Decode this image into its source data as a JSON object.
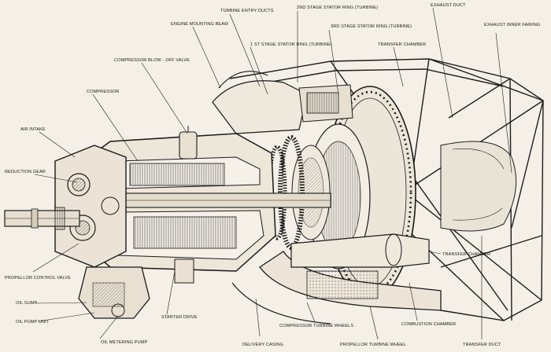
{
  "labels": {
    "turbine_entry_ducts": "TURBINE ENTRY DUCTS",
    "second_stage_stator": "2ND STAGE STATOR RING (TURBINE)",
    "exhaust_duct": "EXHAUST DUCT",
    "engine_mounting_beam": "ENGINE MOUNTING BEAM",
    "third_stage_stator": "3RD STAGE STATOR RING (TURBINE)",
    "exhaust_inner_fairing": "EXHAUST INNER FAIRING",
    "first_stage_stator": "1 ST STAGE STATOR RING (TURBINE)",
    "transfer_chamber_top": "TRANSFER CHAMBER",
    "compressor_blow_off": "COMPRESSOR BLOW - OFF VALVE",
    "compressor": "COMPRESSOR",
    "air_intake": "AIR INTAKE",
    "reduction_gear": "REDUCTION GEAR",
    "propeller_control_valve": "PROPELLOR CONTROL VALVE",
    "oil_sump": "OIL SUMP",
    "oil_pump_unit": "OIL PUMP UNIT",
    "oil_metering_pump": "OIL METERING PUMP",
    "starter_drive": "STARTER DRIVE",
    "delivery_casing": "DELIVERY CASING",
    "compressor_turbine_wheels": "COMPRESSOR TURBINE WHEELS",
    "propeller_turbine_wheel": "PROPELLOR TURBINE WHEEL",
    "combustion_chamber": "COMBUSTION CHAMBER",
    "transfer_duct": "TRANSFER DUCT",
    "transfer_chamber_right": "TRANSFER CHAMBER"
  }
}
